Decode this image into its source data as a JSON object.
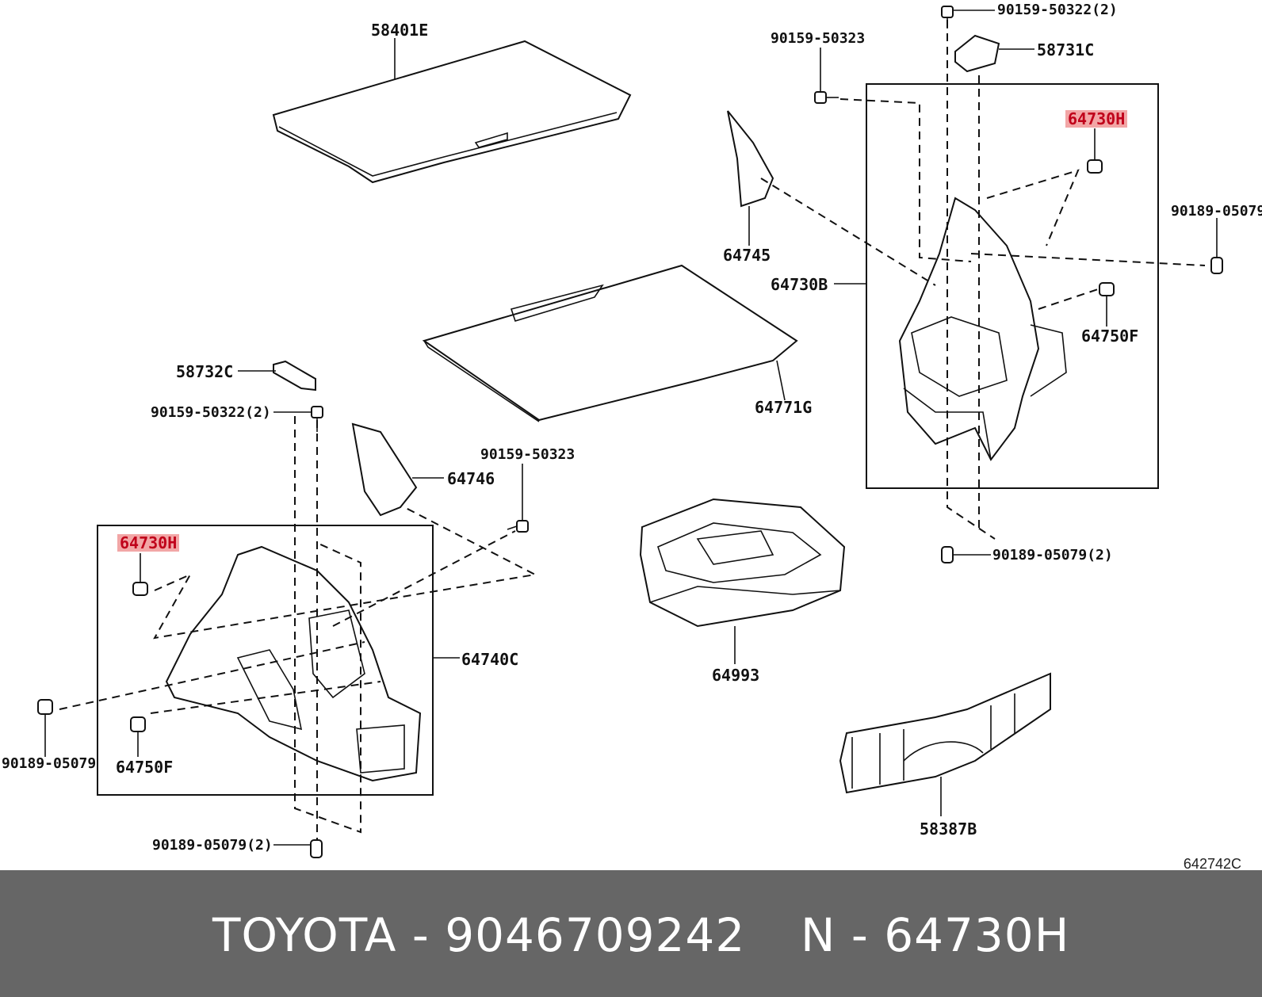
{
  "diagram": {
    "labels": {
      "p58401E": "58401E",
      "p90159_50322_2_top": "90159-50322(2)",
      "p58731C": "58731C",
      "p90159_50323_top": "90159-50323",
      "p64730H_right": "64730H",
      "p90189_05079_right": "90189-05079",
      "p64745": "64745",
      "p64730B": "64730B",
      "p64750F_right": "64750F",
      "p64771G": "64771G",
      "p58732C": "58732C",
      "p90159_50322_2_left": "90159-50322(2)",
      "p64746": "64746",
      "p90159_50323_mid": "90159-50323",
      "p90189_05079_2_right": "90189-05079(2)",
      "p64730H_left": "64730H",
      "p64740C": "64740C",
      "p64993": "64993",
      "p90189_05079_left": "90189-05079",
      "p64750F_left": "64750F",
      "p58387B": "58387B",
      "p90189_05079_2_bottom": "90189-05079(2)"
    },
    "drawing_code": "642742C",
    "highlight_color": "#f2a6a6"
  },
  "footer": {
    "brand_part": "TOYOTA - 9046709242",
    "ref": "N - 64730H",
    "background": "#666666"
  }
}
